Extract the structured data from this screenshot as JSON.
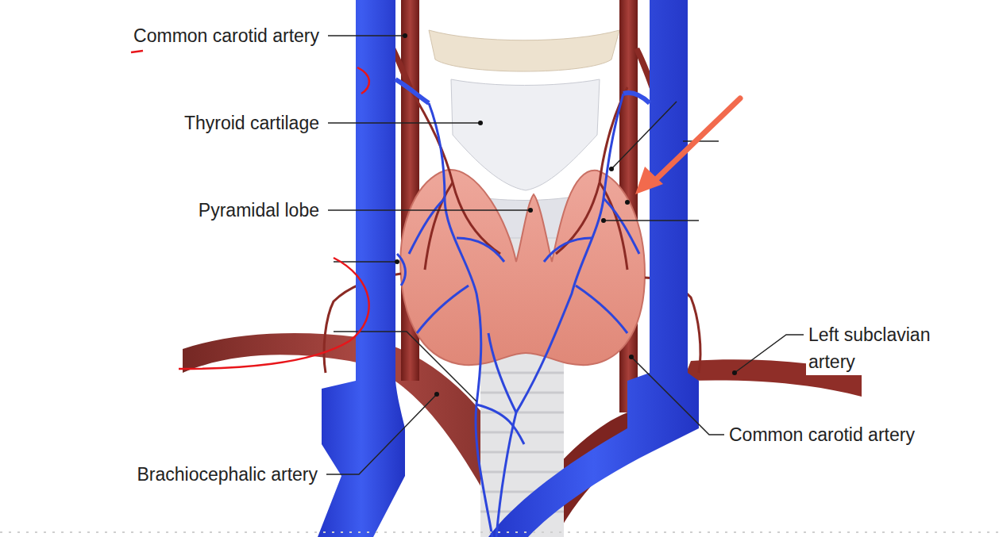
{
  "diagram": {
    "labels": [
      "Common carotid artery",
      "Thyroid cartilage",
      "Pyramidal lobe",
      "Left subclavian artery",
      "Common carotid artery",
      "Brachiocephalic artery"
    ]
  }
}
